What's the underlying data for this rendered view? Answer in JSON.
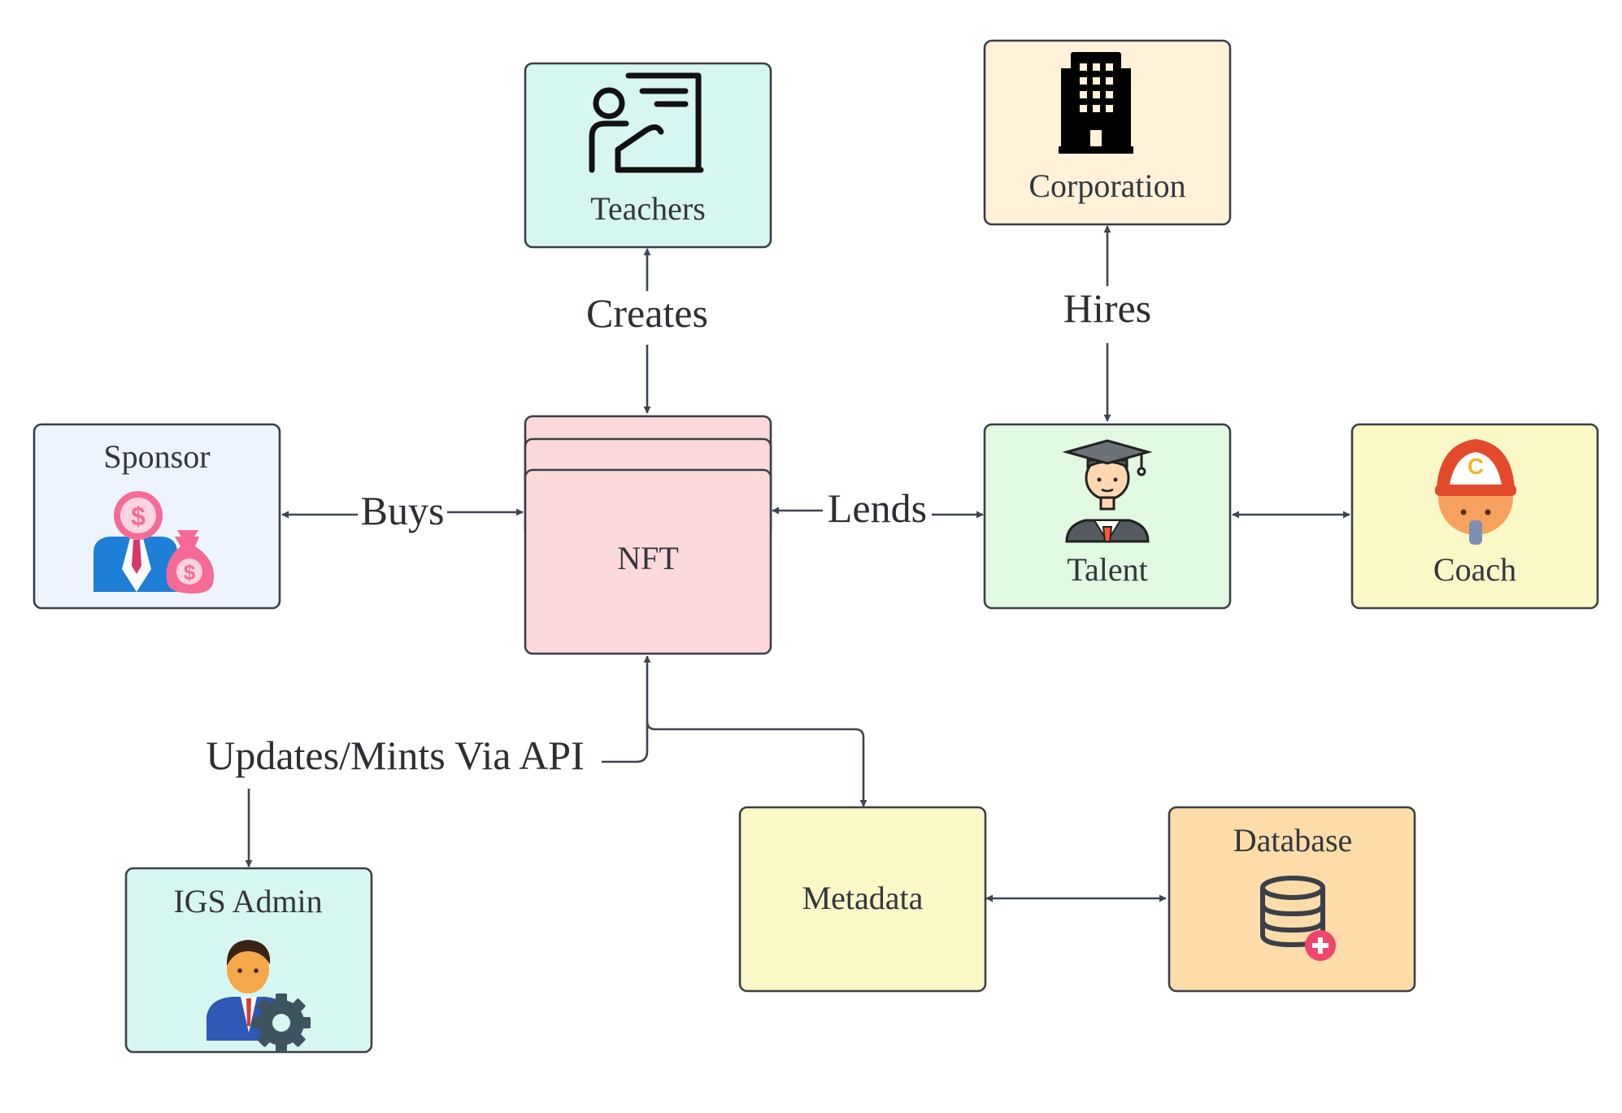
{
  "nodes": {
    "teachers": {
      "label": "Teachers",
      "icon": "teacher-presentation-icon",
      "fill": "#d6f7f1"
    },
    "corporation": {
      "label": "Corporation",
      "icon": "office-building-icon",
      "fill": "#fff2d9"
    },
    "sponsor": {
      "label": "Sponsor",
      "icon": "investor-money-bag-icon",
      "fill": "#edf4fd"
    },
    "nft": {
      "label": "NFT",
      "icon": "stacked-cards",
      "fill": "#fdd9dc"
    },
    "talent": {
      "label": "Talent",
      "icon": "graduate-icon",
      "fill": "#e1f8e1"
    },
    "coach": {
      "label": "Coach",
      "icon": "coach-whistle-icon",
      "fill": "#fbf8c8"
    },
    "igs_admin": {
      "label": "IGS Admin",
      "icon": "admin-gear-icon",
      "fill": "#d6f7f1"
    },
    "metadata": {
      "label": "Metadata",
      "icon": "",
      "fill": "#fbf8c8"
    },
    "database": {
      "label": "Database",
      "icon": "database-add-icon",
      "fill": "#fddcaa"
    }
  },
  "edges": {
    "creates": "Creates",
    "hires": "Hires",
    "buys": "Buys",
    "lends": "Lends",
    "updates": "Updates/Mints Via API"
  },
  "colors": {
    "stroke": "#3a3f47",
    "text": "#33363c"
  }
}
